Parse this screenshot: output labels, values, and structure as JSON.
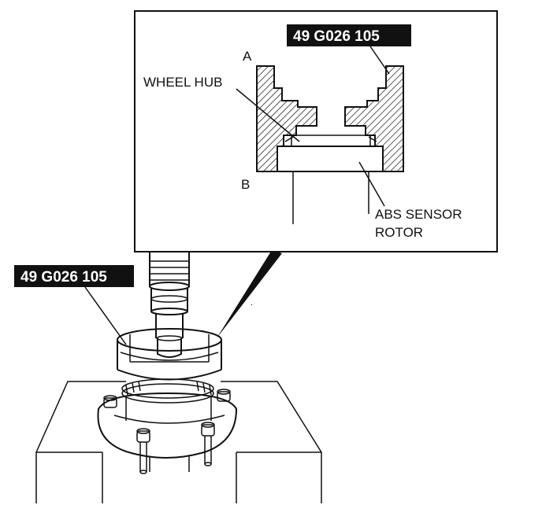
{
  "detail": {
    "tool_tag": "49 G026 105",
    "point_a": "A",
    "point_b": "B",
    "wheel_hub_label": "WHEEL HUB",
    "abs_label_line1": "ABS SENSOR",
    "abs_label_line2": "ROTOR"
  },
  "overview": {
    "tool_tag": "49 G026 105"
  },
  "colors": {
    "ink": "#111111",
    "tag_bg": "#111111",
    "tag_text": "#ffffff",
    "background": "#ffffff"
  }
}
